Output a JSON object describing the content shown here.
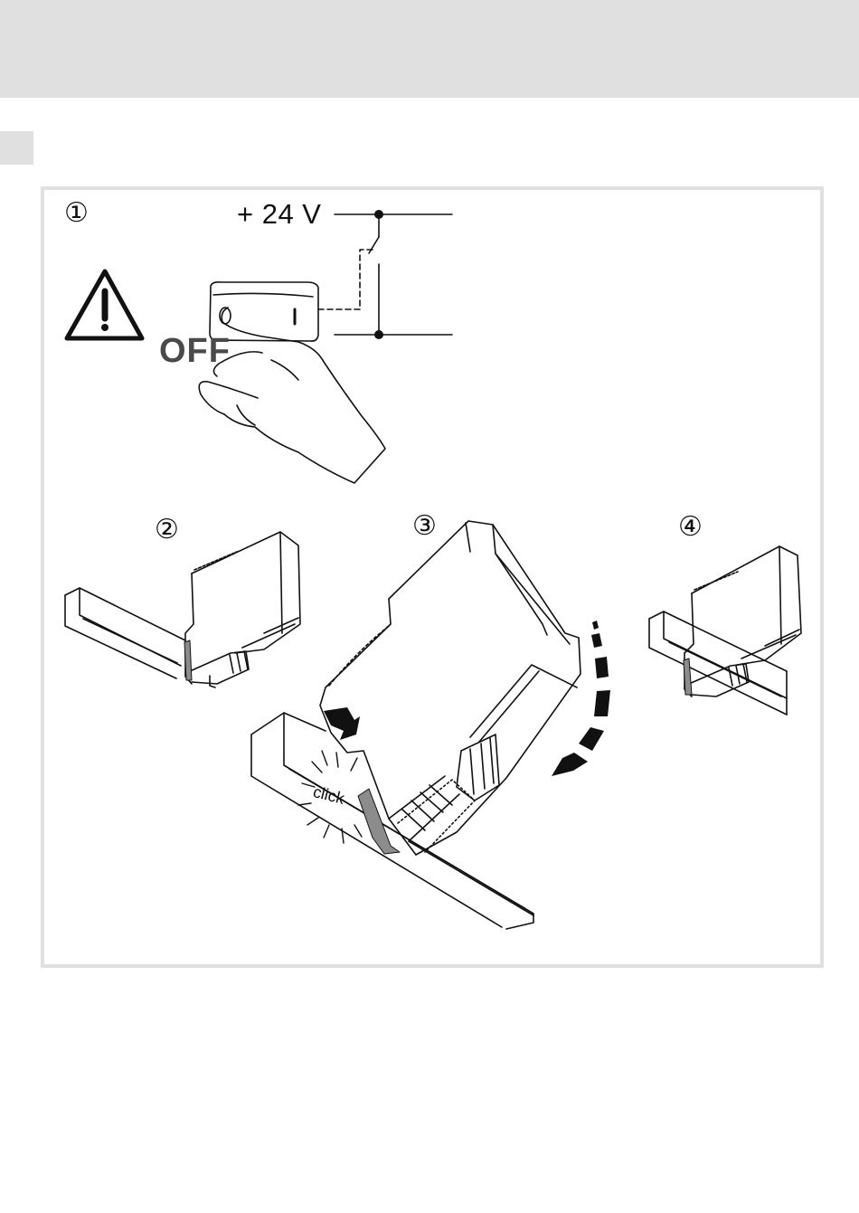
{
  "steps": {
    "s1": "①",
    "s2": "②",
    "s3": "③",
    "s4": "④"
  },
  "circuit": {
    "voltage_label": "+ 24 V"
  },
  "switch": {
    "off_label": "OFF",
    "position_0": "0",
    "position_1": "I"
  },
  "mounting": {
    "click_label": "click"
  },
  "colors": {
    "band": "#e0e0e0",
    "latch": "#8c8c8c",
    "ink": "#111111"
  }
}
